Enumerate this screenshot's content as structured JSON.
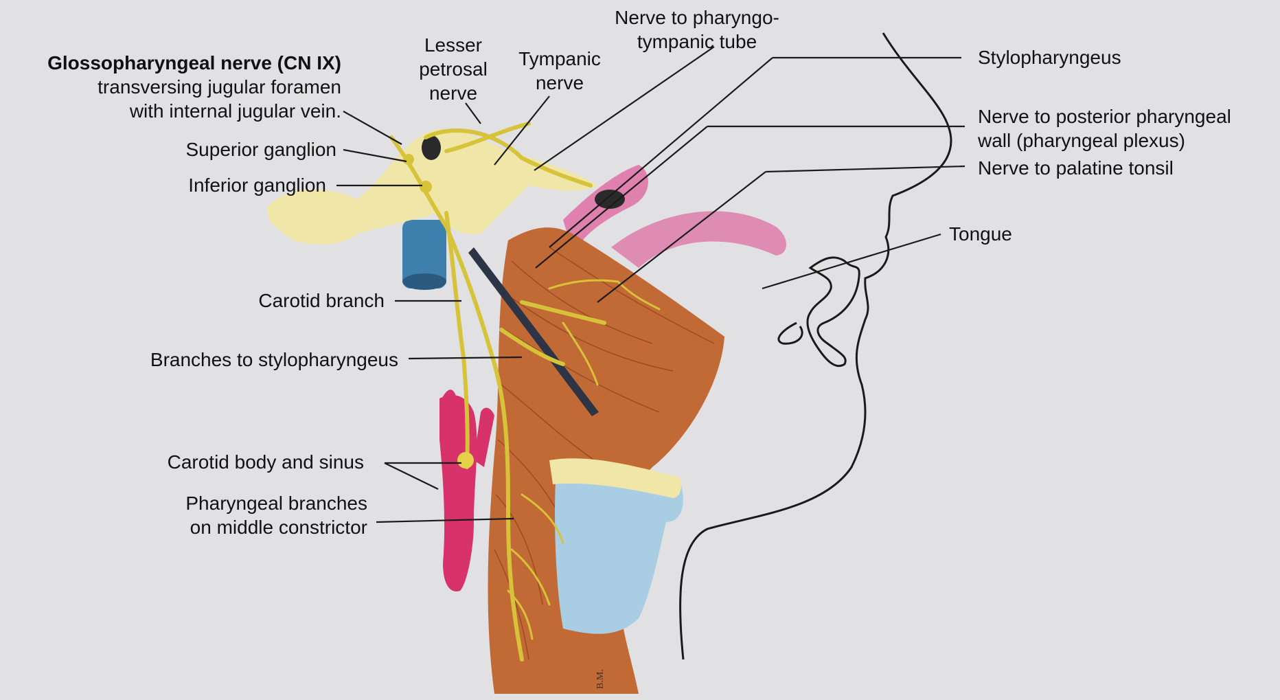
{
  "labels": {
    "glossopharyngeal_title": "Glossopharyngeal nerve (CN IX)",
    "glossopharyngeal_sub1": "transversing jugular foramen",
    "glossopharyngeal_sub2": "with internal jugular vein.",
    "lesser_petrosal_1": "Lesser",
    "lesser_petrosal_2": "petrosal",
    "lesser_petrosal_3": "nerve",
    "tympanic_1": "Tympanic",
    "tympanic_2": "nerve",
    "pharyngotympanic_1": "Nerve to pharyngo-",
    "pharyngotympanic_2": "tympanic tube",
    "stylopharyngeus": "Stylopharyngeus",
    "posterior_pharyngeal_1": "Nerve to posterior pharyngeal",
    "posterior_pharyngeal_2": "wall (pharyngeal plexus)",
    "palatine_tonsil": "Nerve to palatine tonsil",
    "tongue": "Tongue",
    "superior_ganglion": "Superior ganglion",
    "inferior_ganglion": "Inferior ganglion",
    "carotid_branch": "Carotid branch",
    "branches_stylopharyngeus": "Branches to stylopharyngeus",
    "carotid_body_sinus": "Carotid body and sinus",
    "pharyngeal_branches_1": "Pharyngeal branches",
    "pharyngeal_branches_2": "on middle constrictor"
  },
  "signature": "B.M.",
  "colors": {
    "background": "#e1e1e3",
    "bone": "#efe6a8",
    "nerve": "#d6c33a",
    "muscle": "#c26a35",
    "vein": "#3f7fae",
    "artery": "#d8326a",
    "cartilage": "#a9cde3",
    "pink_tissue": "#de6fa4"
  }
}
